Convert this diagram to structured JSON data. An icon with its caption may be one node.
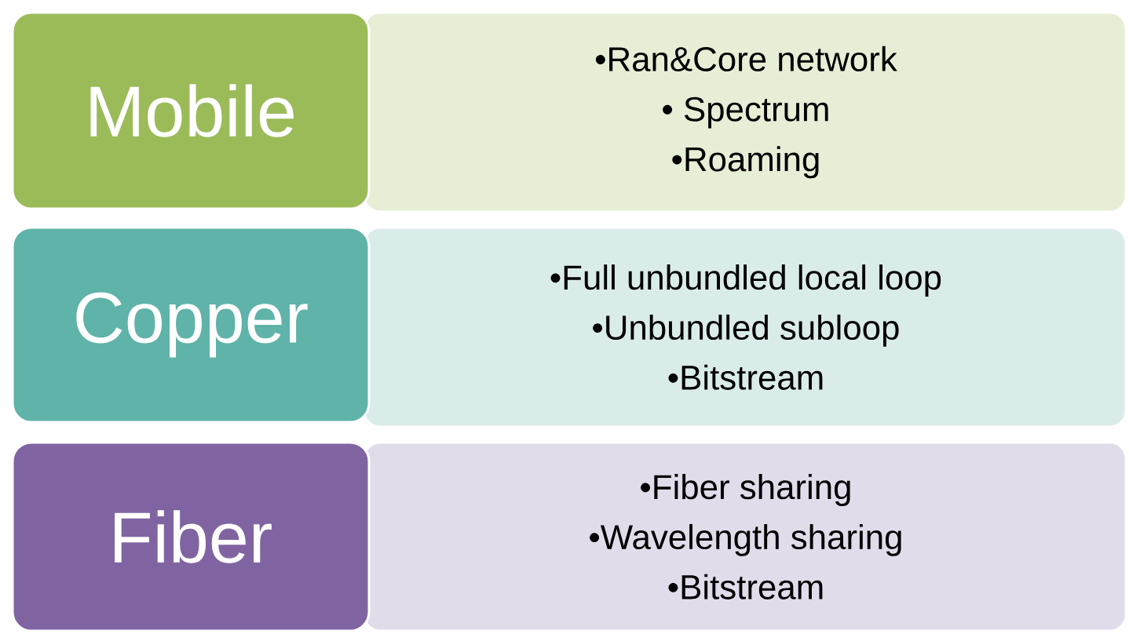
{
  "diagram": {
    "nodes": [
      {
        "text": [
          "Mobile"
        ]
      },
      {
        "text": [
          "•Ran&Core network",
          "• Spectrum",
          "•Roaming"
        ]
      },
      {
        "text": [
          "Copper"
        ]
      },
      {
        "text": [
          "•Full unbundled local loop",
          "•Unbundled subloop",
          "•Bitstream"
        ]
      },
      {
        "text": [
          "Fiber"
        ]
      },
      {
        "text": [
          "•Fiber sharing",
          "•Wavelength sharing",
          "•Bitstream"
        ]
      }
    ]
  }
}
